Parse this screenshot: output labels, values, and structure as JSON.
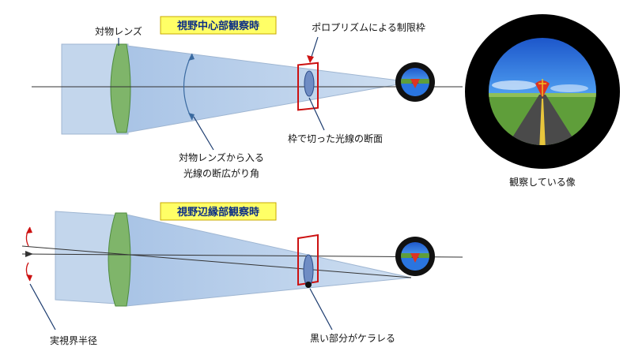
{
  "labels": {
    "title_center": "視野中心部観察時",
    "title_edge": "視野辺縁部観察時",
    "objective_lens": "対物レンズ",
    "porro_frame": "ポロプリズムによる制限枠",
    "cross_section": "枠で切った光線の断面",
    "spread_angle_1": "対物レンズから入る",
    "spread_angle_2": "光線の断広がり角",
    "observed_image": "観察している像",
    "true_field": "実視界半径",
    "vignetting": "黒い部分がケラレる"
  },
  "colors": {
    "beam": "#b9d0ea",
    "lens_green": "#7fb56a",
    "title_bg": "#ffff66",
    "title_text": "#0d2f86",
    "frame_red": "#cc1111",
    "sky": "#1f67d8",
    "grass": "#5f9e3a",
    "road": "#4a4a4a"
  }
}
